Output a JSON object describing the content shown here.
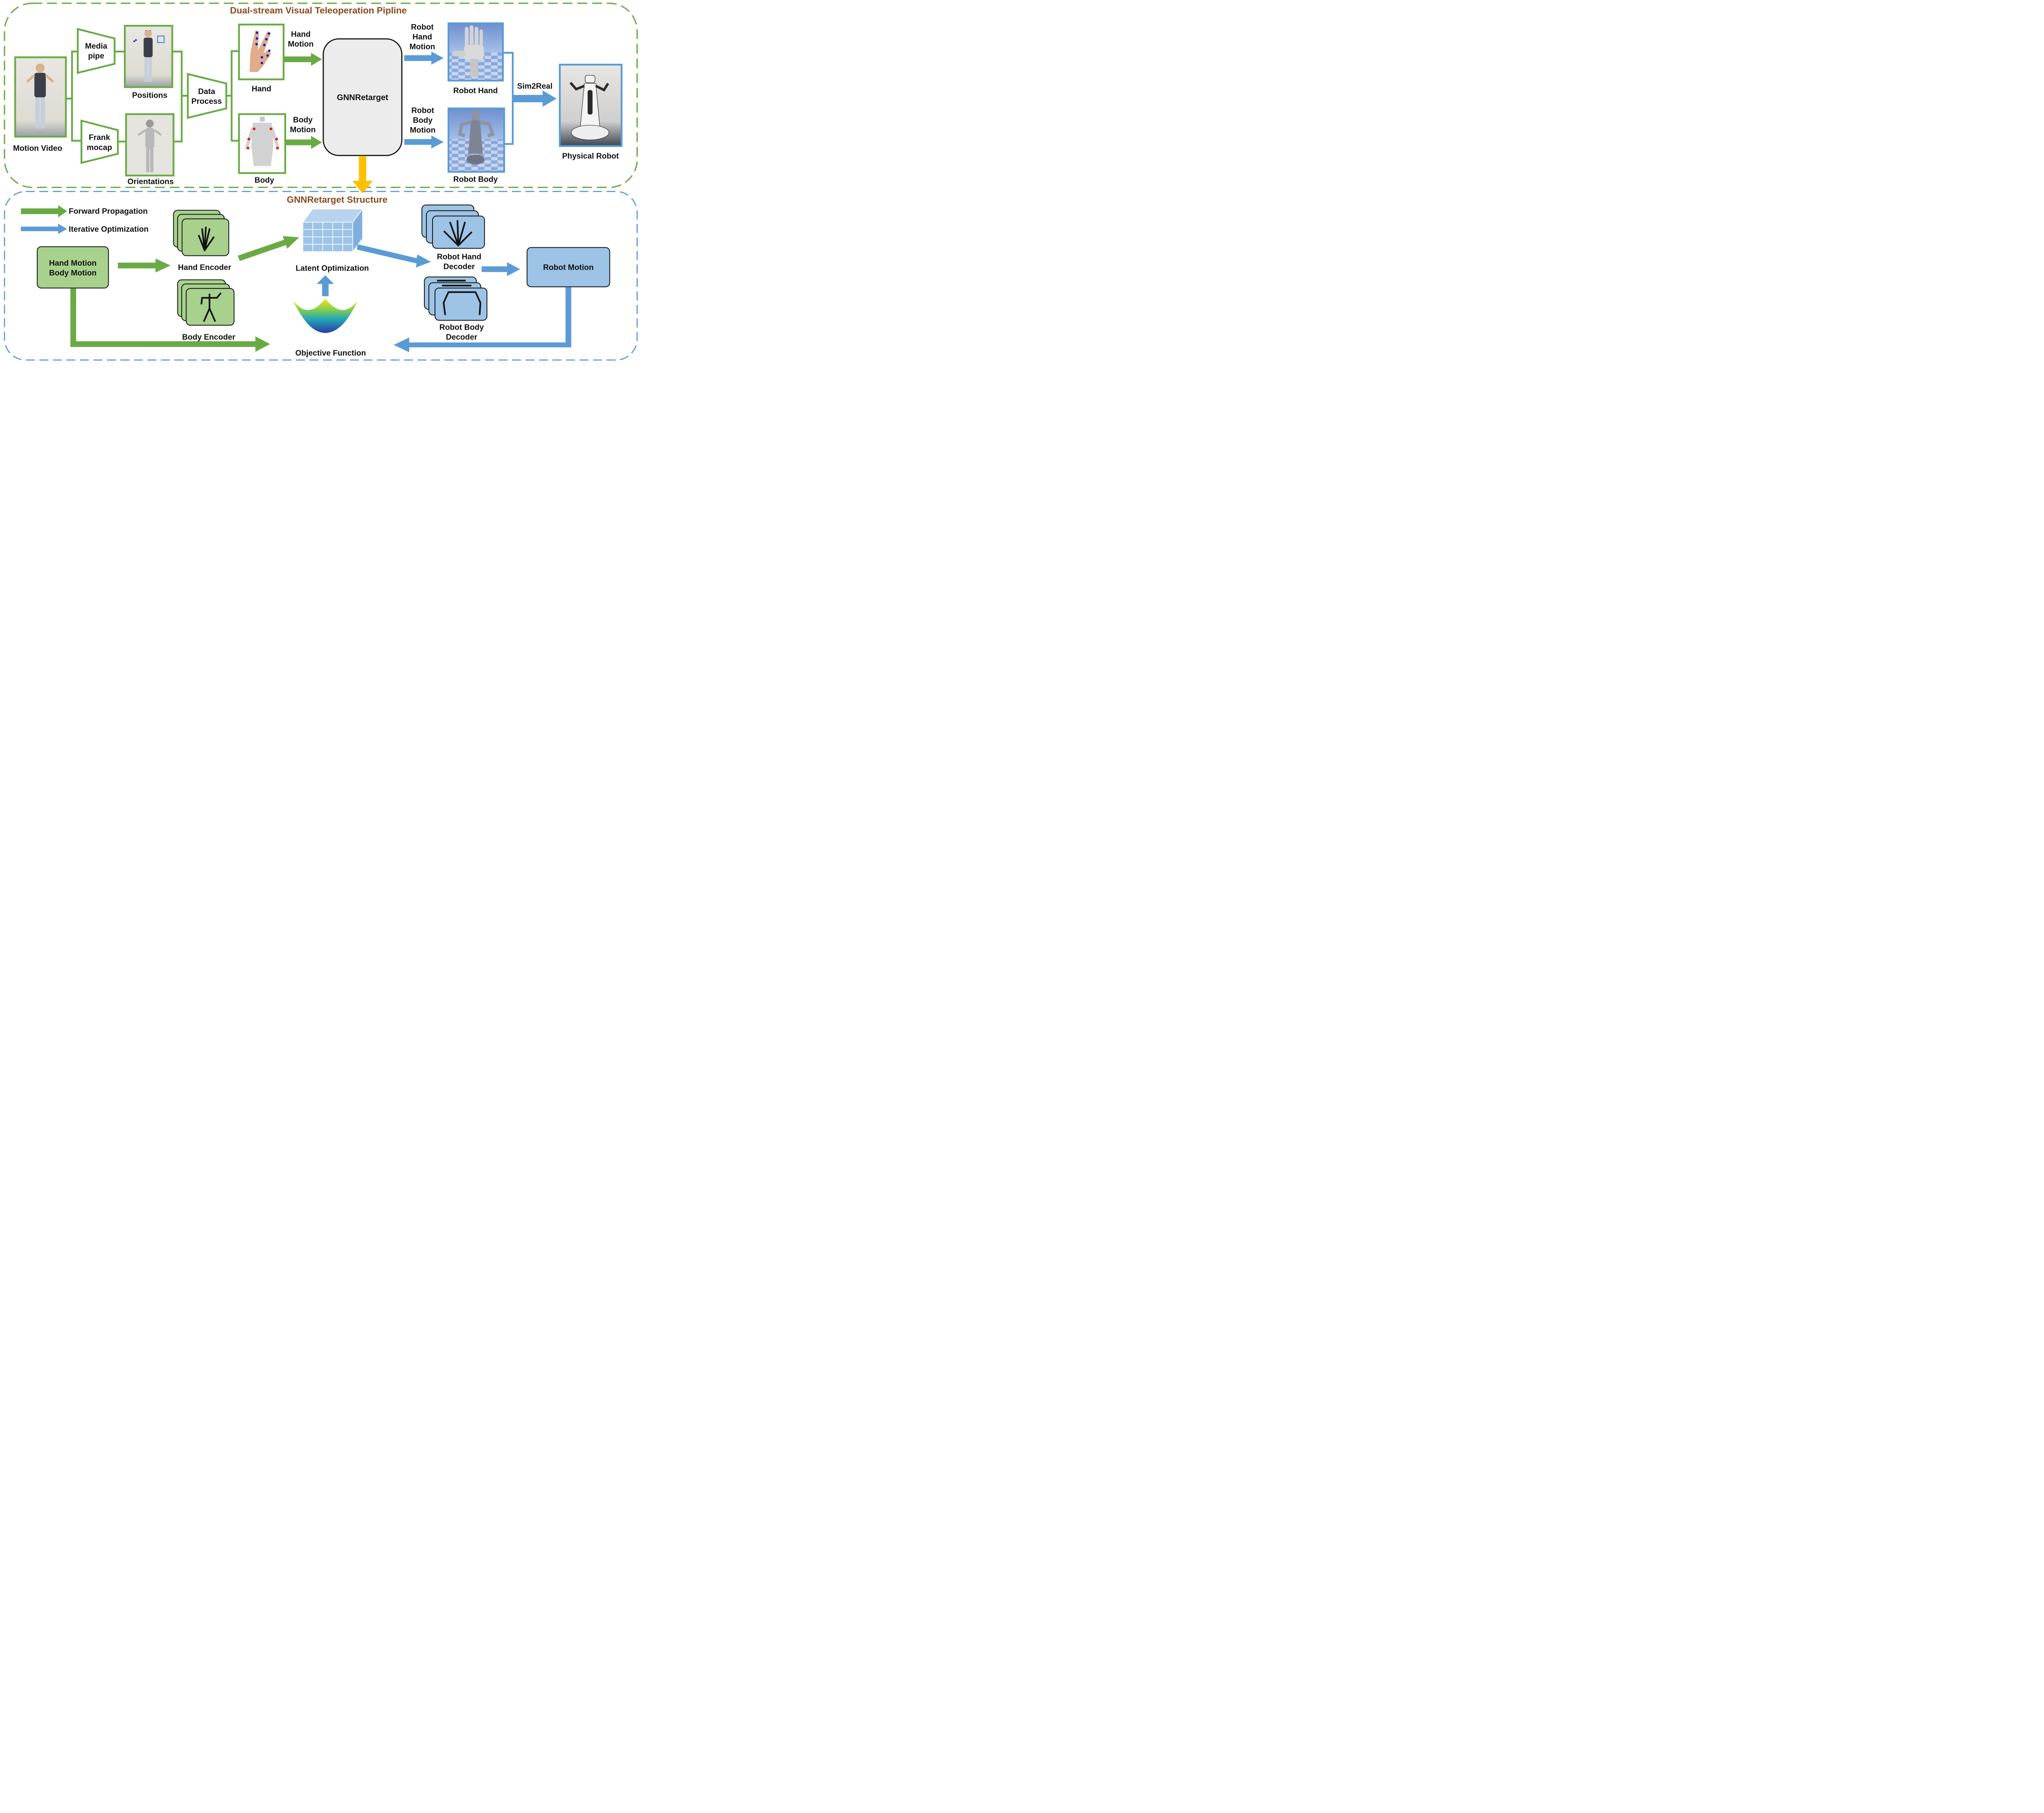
{
  "pipeline": {
    "title": "Dual-stream Visual Teleoperation Pipline",
    "motion_video_label": "Motion Video",
    "mediapipe_label": [
      "Media",
      "pipe"
    ],
    "frankmocap_label": [
      "Frank",
      "mocap"
    ],
    "positions_label": "Positions",
    "orientations_label": "Orientations",
    "data_process_label": [
      "Data",
      "Process"
    ],
    "hand_label": "Hand",
    "body_label": "Body",
    "hand_motion_label": [
      "Hand",
      "Motion"
    ],
    "body_motion_label": [
      "Body",
      "Motion"
    ],
    "gnnretarget_label": "GNNRetarget",
    "robot_hand_motion_label": [
      "Robot",
      "Hand",
      "Motion"
    ],
    "robot_body_motion_label": [
      "Robot",
      "Body",
      "Motion"
    ],
    "robot_hand_label": "Robot Hand",
    "robot_body_label": "Robot Body",
    "sim2real_label": "Sim2Real",
    "physical_robot_label": "Physical Robot"
  },
  "structure": {
    "title": "GNNRetarget Structure",
    "legend_forward": "Forward Propagation",
    "legend_iterative": "Iterative Optimization",
    "input_label": [
      "Hand Motion",
      "Body Motion"
    ],
    "hand_encoder_label": "Hand Encoder",
    "body_encoder_label": "Body Encoder",
    "latent_label": "Latent Optimization",
    "objective_label": "Objective Function",
    "robot_hand_decoder_label": [
      "Robot Hand",
      "Decoder"
    ],
    "robot_body_decoder_label": [
      "Robot Body",
      "Decoder"
    ],
    "robot_motion_label": "Robot Motion"
  },
  "colors": {
    "green": "#6aaa45",
    "green_fill": "#a9d18e",
    "blue": "#5b9bd5",
    "blue_fill": "#9dc3e6",
    "orange": "#ffc000",
    "title": "#8a4a1c",
    "gnn_fill": "#ececec"
  }
}
